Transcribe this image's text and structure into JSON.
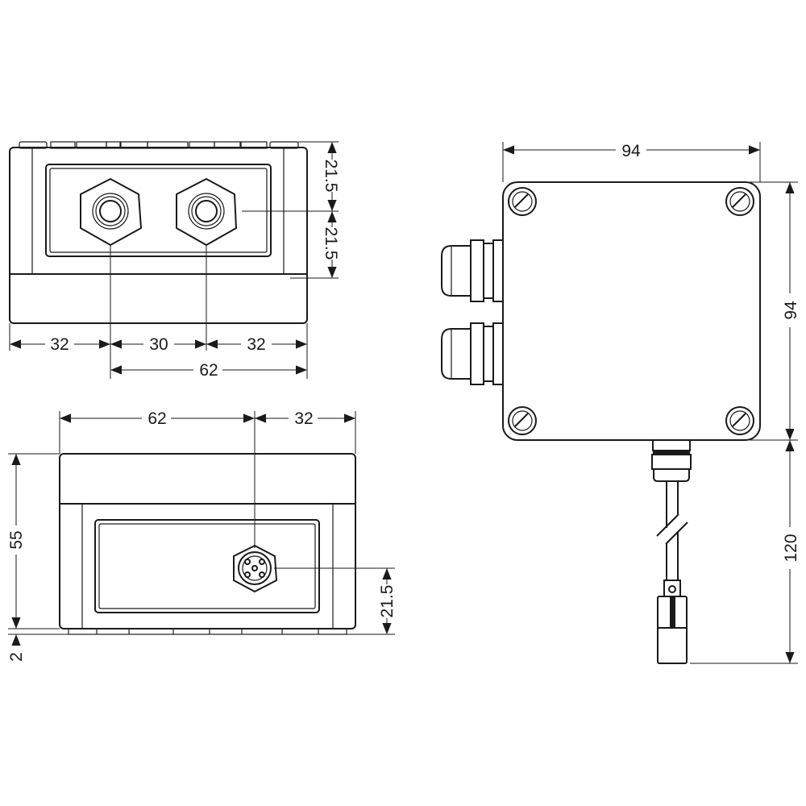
{
  "front_view": {
    "dims": {
      "height_upper": "21.5",
      "height_lower": "21.5",
      "left": "32",
      "middle": "30",
      "right": "32",
      "span": "62"
    }
  },
  "bottom_view": {
    "dims": {
      "span": "62",
      "right": "32",
      "height": "55",
      "foot": "2",
      "connector_height": "21.5"
    }
  },
  "top_view": {
    "dims": {
      "width": "94",
      "depth": "94",
      "cable_length": "120"
    }
  }
}
